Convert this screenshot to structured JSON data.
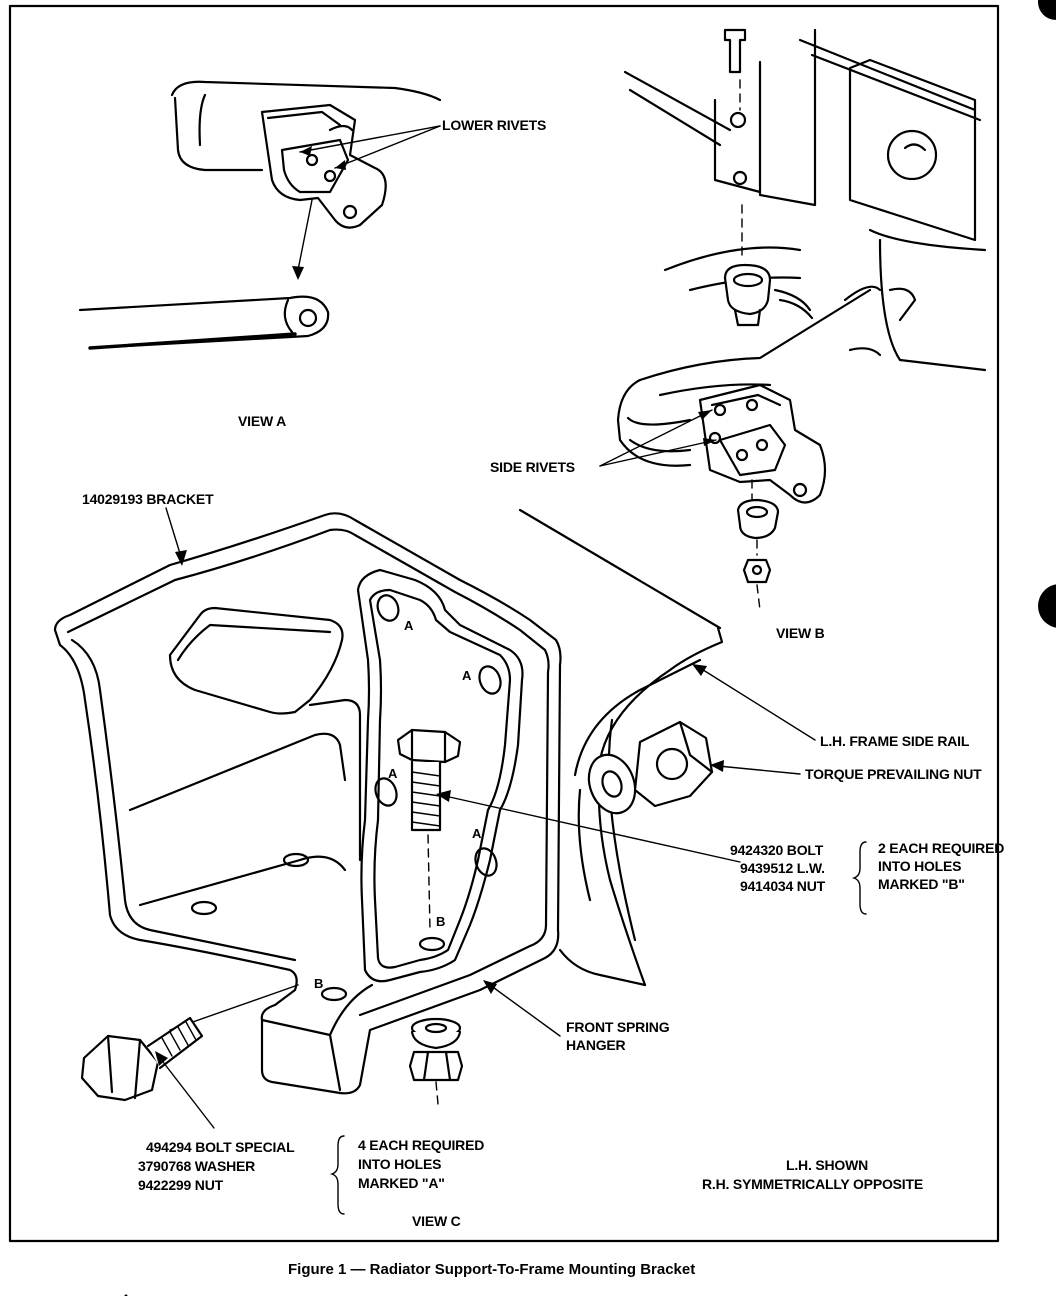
{
  "views": {
    "view_a": {
      "title": "VIEW A",
      "lower_rivets": "LOWER RIVETS"
    },
    "view_b": {
      "title": "VIEW B",
      "side_rivets": "SIDE RIVETS"
    },
    "view_c": {
      "title": "VIEW C",
      "bracket": "14029193 BRACKET",
      "mark_a": "A",
      "mark_b": "B",
      "frame_side_rail": "L.H. FRAME SIDE RAIL",
      "torque_nut": "TORQUE PREVAILING NUT",
      "front_spring_hanger_1": "FRONT SPRING",
      "front_spring_hanger_2": "HANGER",
      "bolt_group_b": {
        "parts": [
          "9424320 BOLT",
          "9439512 L.W.",
          "9414034 NUT"
        ],
        "note": [
          "2 EACH REQUIRED",
          "INTO HOLES",
          "MARKED \"B\""
        ]
      },
      "bolt_group_a": {
        "parts": [
          "494294 BOLT SPECIAL",
          "3790768 WASHER",
          "9422299 NUT"
        ],
        "note": [
          "4 EACH REQUIRED",
          "INTO HOLES",
          "MARKED \"A\""
        ]
      },
      "lh_shown": "L.H. SHOWN",
      "rh_note": "R.H. SYMMETRICALLY OPPOSITE"
    }
  },
  "caption": "Figure 1 — Radiator Support-To-Frame Mounting Bracket"
}
